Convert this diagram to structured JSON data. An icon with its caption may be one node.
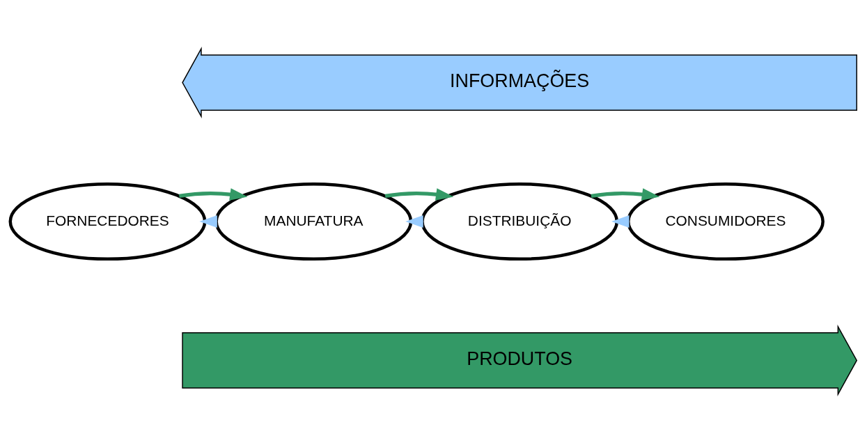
{
  "diagram": {
    "nodes": [
      {
        "text": [
          "INFORMAÇÕES"
        ]
      },
      {
        "text": [
          "FORNECEDORES"
        ]
      },
      {
        "text": [
          "MANUFATURA"
        ]
      },
      {
        "text": [
          "DISTRIBUIÇÃO"
        ]
      },
      {
        "text": [
          "CONSUMIDORES"
        ]
      },
      {
        "text": [
          "PRODUTOS"
        ]
      }
    ],
    "edges": [
      {
        "from": 2,
        "to": 1,
        "arrow": "to",
        "color": "#99ccff"
      },
      {
        "from": 3,
        "to": 2,
        "arrow": "to",
        "color": "#99ccff"
      },
      {
        "from": 4,
        "to": 3,
        "arrow": "to",
        "color": "#99ccff"
      },
      {
        "from": 1,
        "to": 2,
        "arrow": "to",
        "color": "#339966"
      },
      {
        "from": 2,
        "to": 3,
        "arrow": "to",
        "color": "#339966"
      },
      {
        "from": 3,
        "to": 4,
        "arrow": "to",
        "color": "#339966"
      }
    ]
  }
}
